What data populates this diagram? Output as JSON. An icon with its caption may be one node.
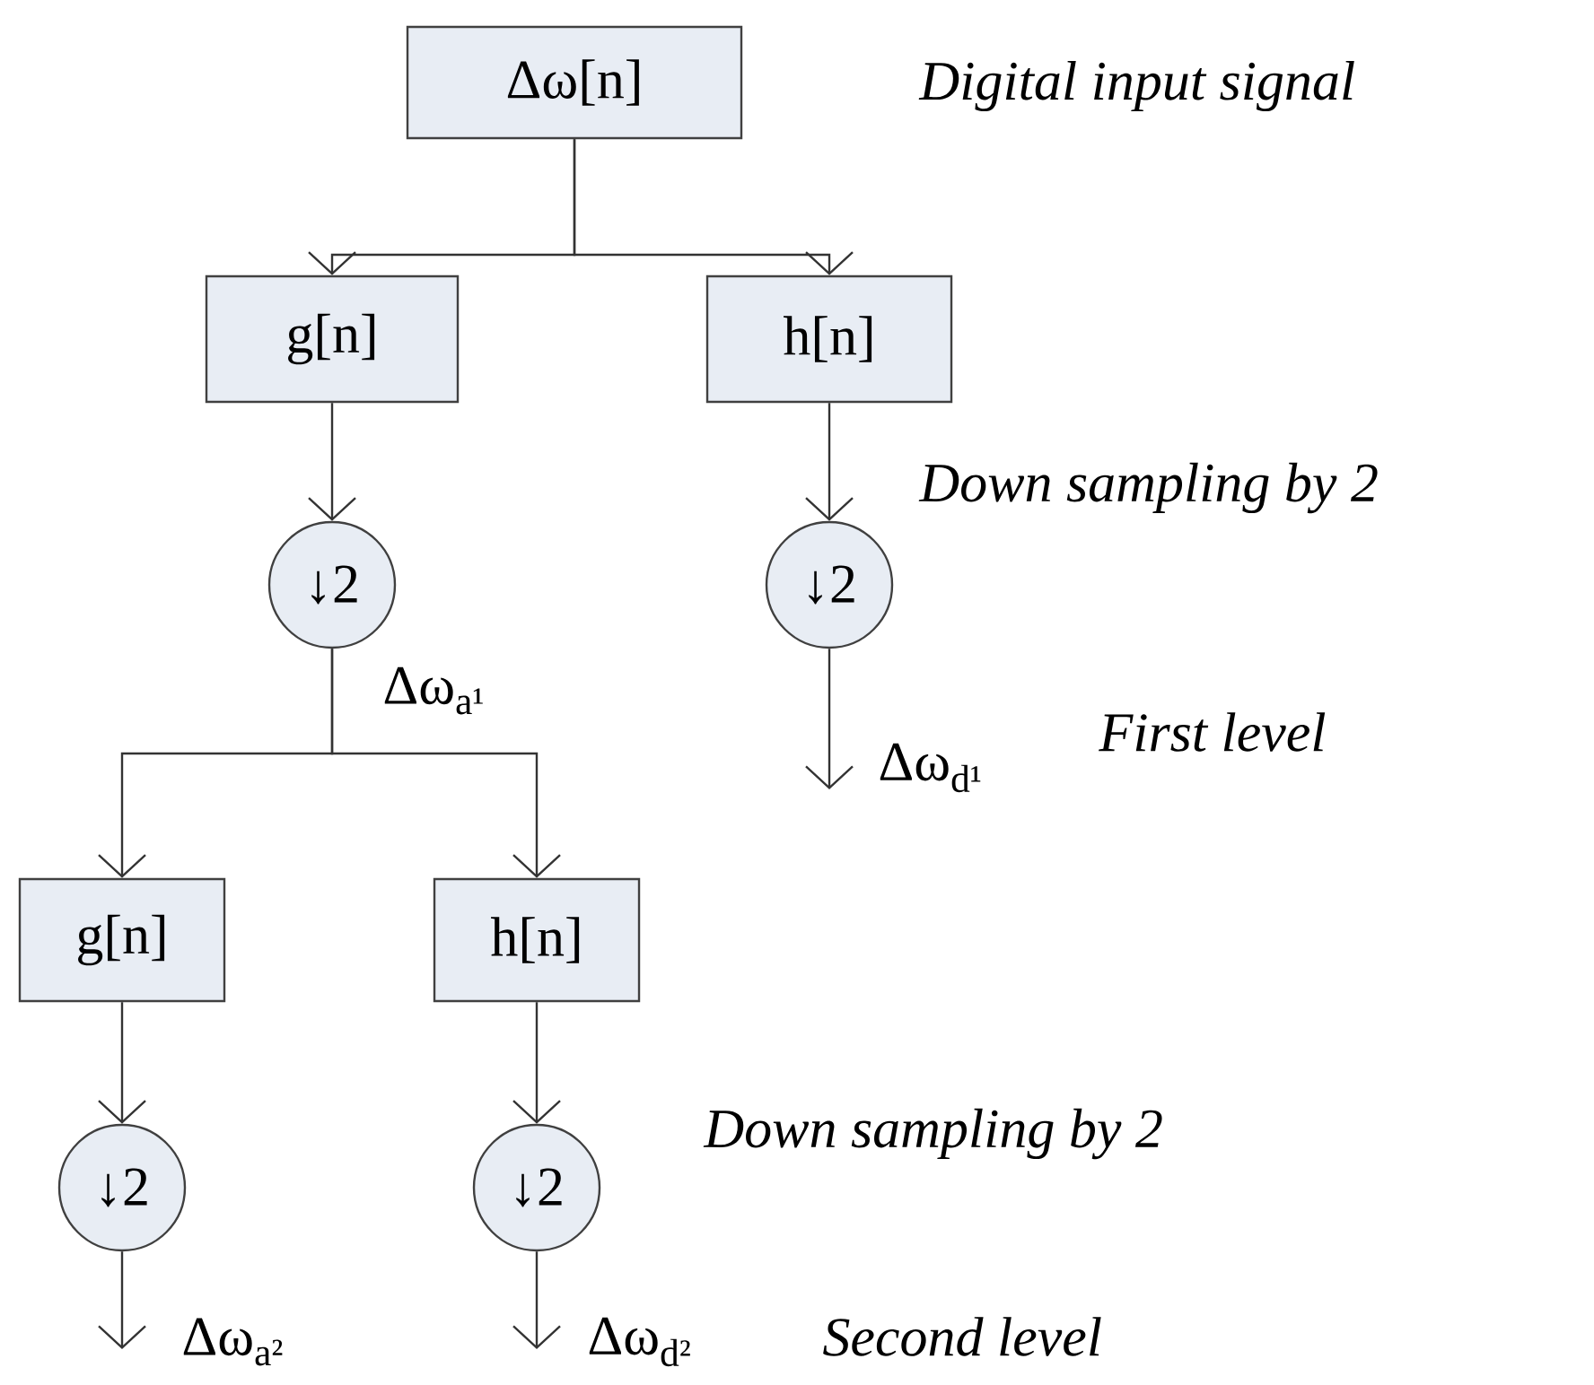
{
  "diagram": {
    "nodes": [
      {
        "text": [
          "Δω[n]"
        ],
        "beside": [
          "Digital input signal"
        ]
      },
      {
        "text": [
          "g[n]"
        ]
      },
      {
        "text": [
          "h[n]"
        ]
      },
      {
        "text": [
          "↓2"
        ]
      },
      {
        "text": [
          "↓2"
        ]
      },
      {
        "text": [
          "g[n]"
        ]
      },
      {
        "text": [
          "h[n]"
        ]
      },
      {
        "text": [
          "↓2"
        ]
      },
      {
        "text": [
          "↓2"
        ]
      }
    ],
    "edges": [
      {
        "from": 0,
        "to": 1,
        "arrow": "to"
      },
      {
        "from": 0,
        "to": 2,
        "arrow": "to"
      },
      {
        "from": 1,
        "to": 3,
        "arrow": "to"
      },
      {
        "from": 2,
        "to": 4,
        "arrow": "to"
      },
      {
        "from": 3,
        "to": 5,
        "arrow": "to",
        "label": "Δω$_{a¹}$"
      },
      {
        "from": 3,
        "to": 6,
        "arrow": "to"
      },
      {
        "from": 4,
        "to": null,
        "arrow": "to",
        "label": "Δω$_{d¹}$"
      },
      {
        "from": 5,
        "to": 7,
        "arrow": "to"
      },
      {
        "from": 6,
        "to": 8,
        "arrow": "to"
      },
      {
        "from": 7,
        "to": null,
        "arrow": "to",
        "label": "Δω$_{a²}$"
      },
      {
        "from": 8,
        "to": null,
        "arrow": "to",
        "label": "Δω$_{d²}$"
      }
    ],
    "labels": [
      "Down sampling by 2",
      "First level",
      "Down sampling by 2",
      "Second level"
    ]
  }
}
